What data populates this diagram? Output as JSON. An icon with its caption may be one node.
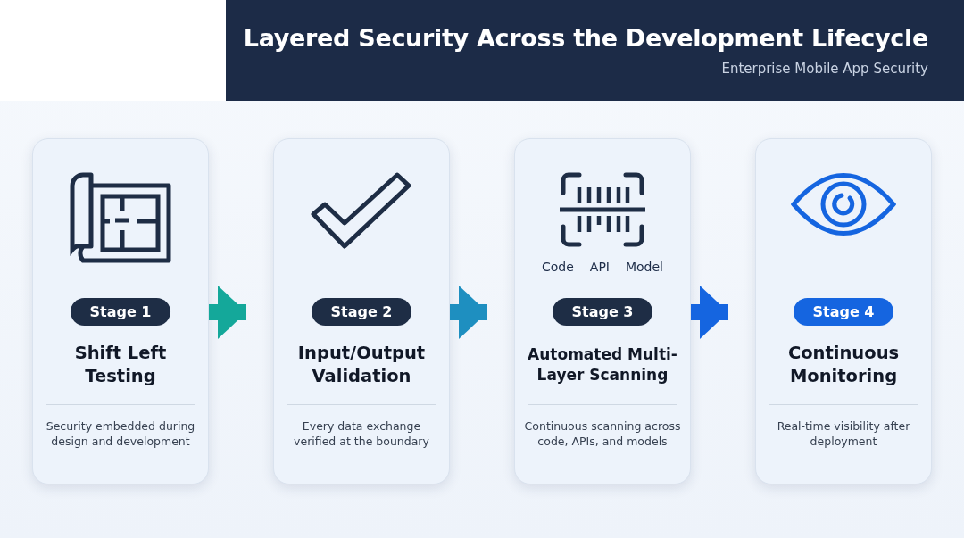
{
  "diagram": {
    "title": "Layered Security Across the Development Lifecycle",
    "nodes": [
      {
        "text": [
          "Stage 1",
          "Shift Left Testing",
          "Security embedded during design and development"
        ]
      },
      {
        "text": [
          "Stage 2",
          "Input/Output Validation",
          "Every data exchange verified at the boundary"
        ]
      },
      {
        "text": [
          "Code",
          "API",
          "Model",
          "Stage 3",
          "Automated Multi-Layer Scanning",
          "Continuous scanning across code, APIs, and models"
        ]
      },
      {
        "text": [
          "Stage 4",
          "Continuous Monitoring",
          "Real-time visibility after deployment"
        ]
      }
    ],
    "edges": [
      {
        "from": 0,
        "to": 1,
        "arrow": "to",
        "color": "#14a89a"
      },
      {
        "from": 1,
        "to": 2,
        "arrow": "to",
        "color": "#1e8fc0"
      },
      {
        "from": 2,
        "to": 3,
        "arrow": "to",
        "color": "#1565e0"
      }
    ],
    "labels": [
      "Enterprise Mobile App Security"
    ]
  }
}
